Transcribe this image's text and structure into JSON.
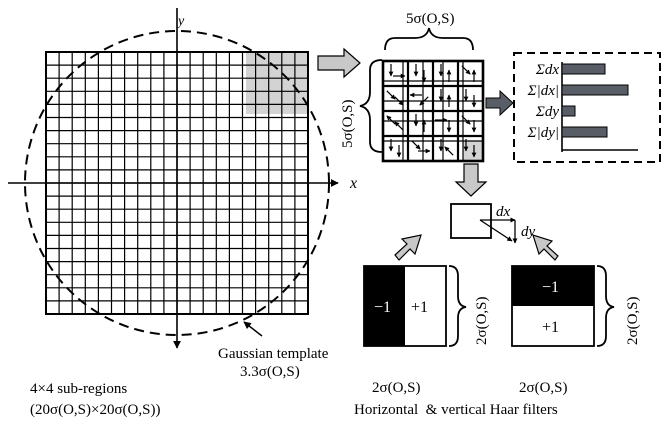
{
  "grid": {
    "cells": 20,
    "x_axis_label": "x",
    "y_axis_label": "y",
    "caption_line1": "4×4 sub-regions",
    "caption_line2": "(20σ(O,S)×20σ(O,S))"
  },
  "gaussian": {
    "label_line1": "Gaussian template",
    "label_line2": "3.3σ(O,S)"
  },
  "subregion": {
    "top_label": "5σ(O,S)",
    "side_label": "5σ(O,S)",
    "gradient_arrows": [
      [
        [
          "down",
          "down",
          "down",
          "down-right"
        ],
        [
          "down-right",
          "left",
          "down",
          "down"
        ],
        [
          "up-left",
          "down",
          "right",
          "down-right"
        ],
        [
          "down",
          "down-right",
          "down",
          "down"
        ]
      ],
      [
        [
          "right",
          "down",
          "up",
          "up"
        ],
        [
          "down-right",
          "down-left",
          "up",
          "down"
        ],
        [
          "up-left",
          "up",
          "down",
          "down"
        ],
        [
          "down",
          "right",
          "up-left",
          "down"
        ]
      ]
    ]
  },
  "histogram": {
    "labels": [
      "Σdx",
      "Σ|dx|",
      "Σdy",
      "Σ|dy|"
    ],
    "values": [
      0.43,
      0.66,
      0.13,
      0.45
    ],
    "bar_color": "#595e66"
  },
  "haar_inset": {
    "dx_label": "dx",
    "dy_label": "dy"
  },
  "haar_horizontal": {
    "left_value": "−1",
    "right_value": "+1",
    "side_label": "2σ(O,S)",
    "bottom_label": "2σ(O,S)"
  },
  "haar_vertical": {
    "top_value": "−1",
    "bottom_value": "+1",
    "side_label": "2σ(O,S)",
    "bottom_label": "2σ(O,S)"
  },
  "filters_caption": "Horizontal  & vertical Haar filters",
  "colors": {
    "highlight": "#d3d3d3",
    "arrow_fill": "#c8c8c8",
    "filter_dark": "#000000"
  }
}
